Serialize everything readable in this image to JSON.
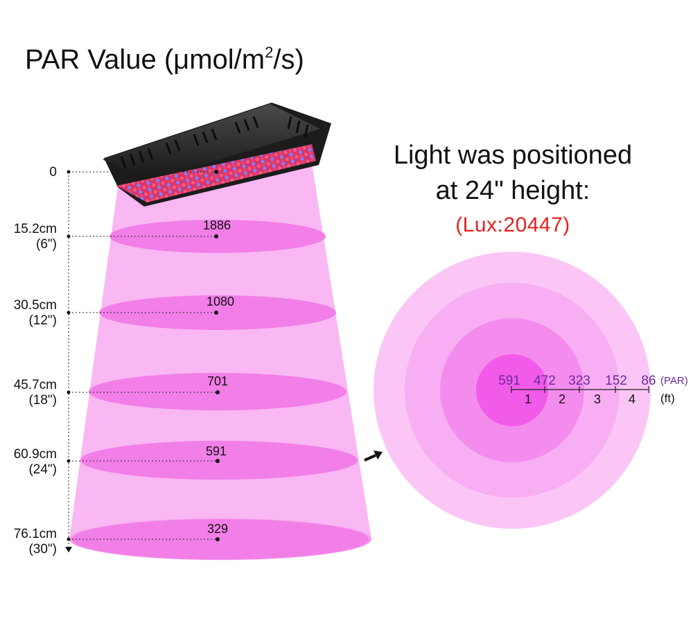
{
  "title": {
    "main": "PAR Value (μmol/m",
    "superscript": "2",
    "suffix": "/s)"
  },
  "side_note": {
    "line1": "Light was positioned",
    "line2": "at 24\" height:",
    "lux": "(Lux:20447)"
  },
  "levels": [
    {
      "cm": "0",
      "inch": "",
      "par": ""
    },
    {
      "cm": "15.2cm",
      "inch": "(6\")",
      "par": "1886"
    },
    {
      "cm": "30.5cm",
      "inch": "(12\")",
      "par": "1080"
    },
    {
      "cm": "45.7cm",
      "inch": "(18\")",
      "par": "701"
    },
    {
      "cm": "60.9cm",
      "inch": "(24\")",
      "par": "591"
    },
    {
      "cm": "76.1cm",
      "inch": "(30\")",
      "par": "329"
    }
  ],
  "footprint": {
    "par_values": [
      "591",
      "472",
      "323",
      "152",
      "86"
    ],
    "par_unit": "(PAR)",
    "distances": [
      "1",
      "2",
      "3",
      "4"
    ],
    "distance_unit": "(ft)"
  },
  "colors": {
    "beam": "#f9b7f3",
    "ellipse": "#f27ee8",
    "ring_outer": "#fbc6f6",
    "ring_center": "#f25aea",
    "led_red": "#e8305a",
    "led_blue": "#7a6cf0",
    "housing": "#2a2a2a",
    "lux_text": "#e8201e",
    "par_text": "#6a2aa0"
  }
}
